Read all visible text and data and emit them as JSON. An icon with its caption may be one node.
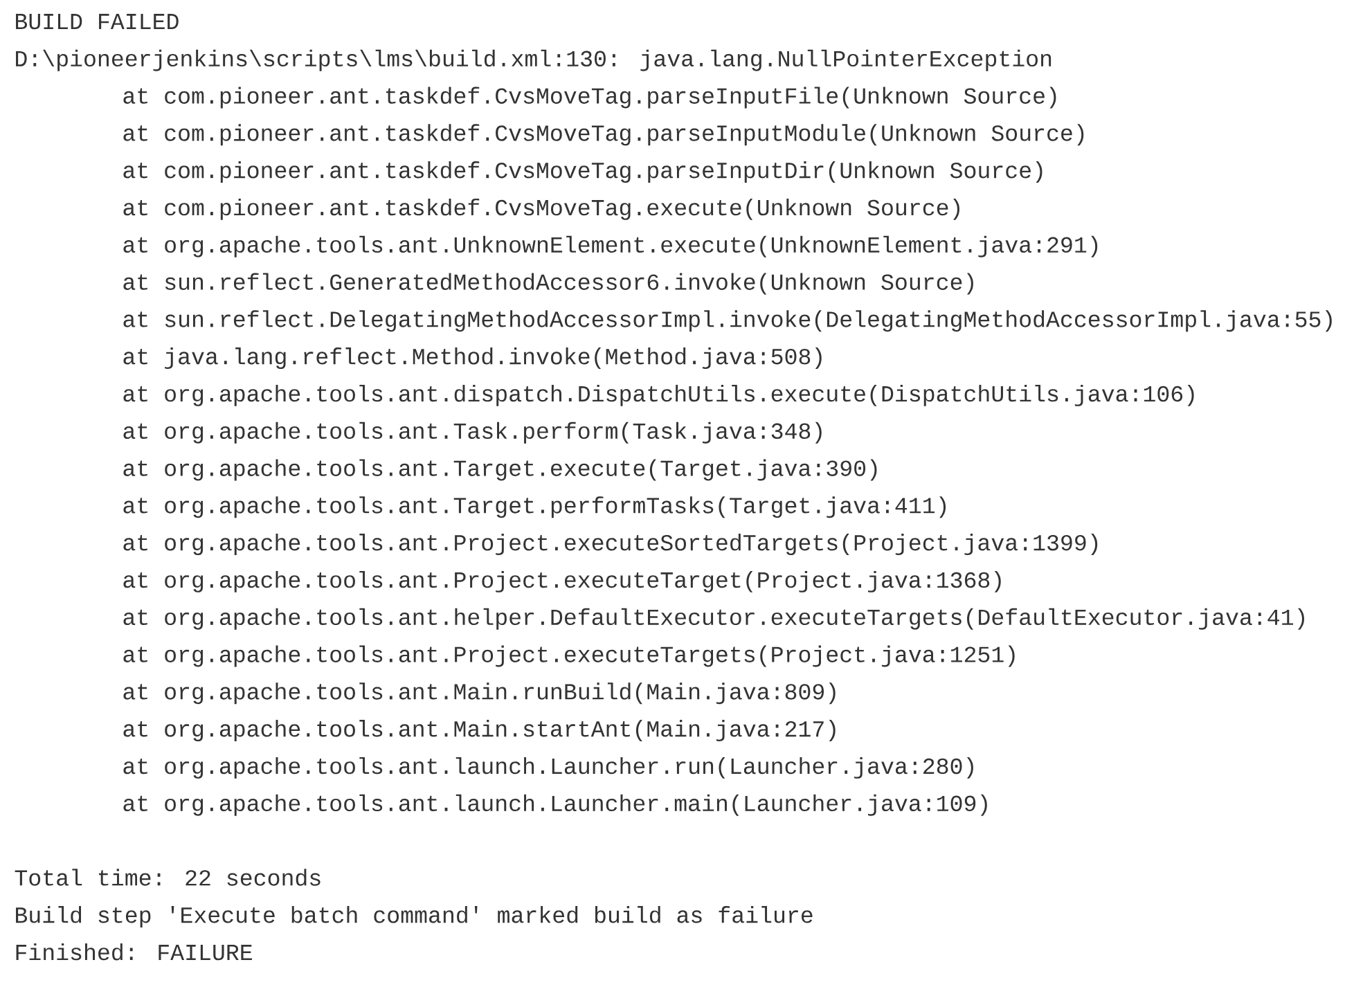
{
  "diagram": {
    "labels": [
      "BUILD FAILED",
      "D:\\pioneerjenkins\\scripts\\lms\\build.xml:130: java.lang.NullPointerException",
      "at com.pioneer.ant.taskdef.CvsMoveTag.parseInputFile(Unknown Source)",
      "at com.pioneer.ant.taskdef.CvsMoveTag.parseInputModule(Unknown Source)",
      "at com.pioneer.ant.taskdef.CvsMoveTag.parseInputDir(Unknown Source)",
      "at com.pioneer.ant.taskdef.CvsMoveTag.execute(Unknown Source)",
      "at org.apache.tools.ant.UnknownElement.execute(UnknownElement.java:291)",
      "at sun.reflect.GeneratedMethodAccessor6.invoke(Unknown Source)",
      "at sun.reflect.DelegatingMethodAccessorImpl.invoke(DelegatingMethodAccessorImpl.java:55)",
      "at java.lang.reflect.Method.invoke(Method.java:508)",
      "at org.apache.tools.ant.dispatch.DispatchUtils.execute(DispatchUtils.java:106)",
      "at org.apache.tools.ant.Task.perform(Task.java:348)",
      "at org.apache.tools.ant.Target.execute(Target.java:390)",
      "at org.apache.tools.ant.Target.performTasks(Target.java:411)",
      "at org.apache.tools.ant.Project.executeSortedTargets(Project.java:1399)",
      "at org.apache.tools.ant.Project.executeTarget(Project.java:1368)",
      "at org.apache.tools.ant.helper.DefaultExecutor.executeTargets(DefaultExecutor.java:41)",
      "at org.apache.tools.ant.Project.executeTargets(Project.java:1251)",
      "at org.apache.tools.ant.Main.runBuild(Main.java:809)",
      "at org.apache.tools.ant.Main.startAnt(Main.java:217)",
      "at org.apache.tools.ant.launch.Launcher.run(Launcher.java:280)",
      "at org.apache.tools.ant.launch.Launcher.main(Launcher.java:109)",
      "Total time: 22 seconds",
      "Build step 'Execute batch command' marked build as failure",
      "Finished: FAILURE"
    ]
  }
}
